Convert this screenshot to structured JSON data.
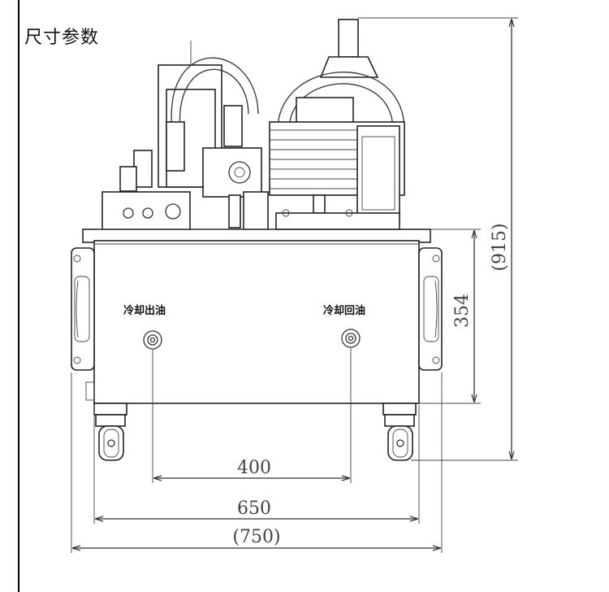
{
  "title": "尺寸参数",
  "outlets": {
    "left_label": "冷却出油",
    "right_label": "冷却回油"
  },
  "dimensions": {
    "outlet_spacing": "400",
    "tank_width": "650",
    "overall_width": "(750)",
    "tank_height": "354",
    "overall_height": "(915)"
  }
}
